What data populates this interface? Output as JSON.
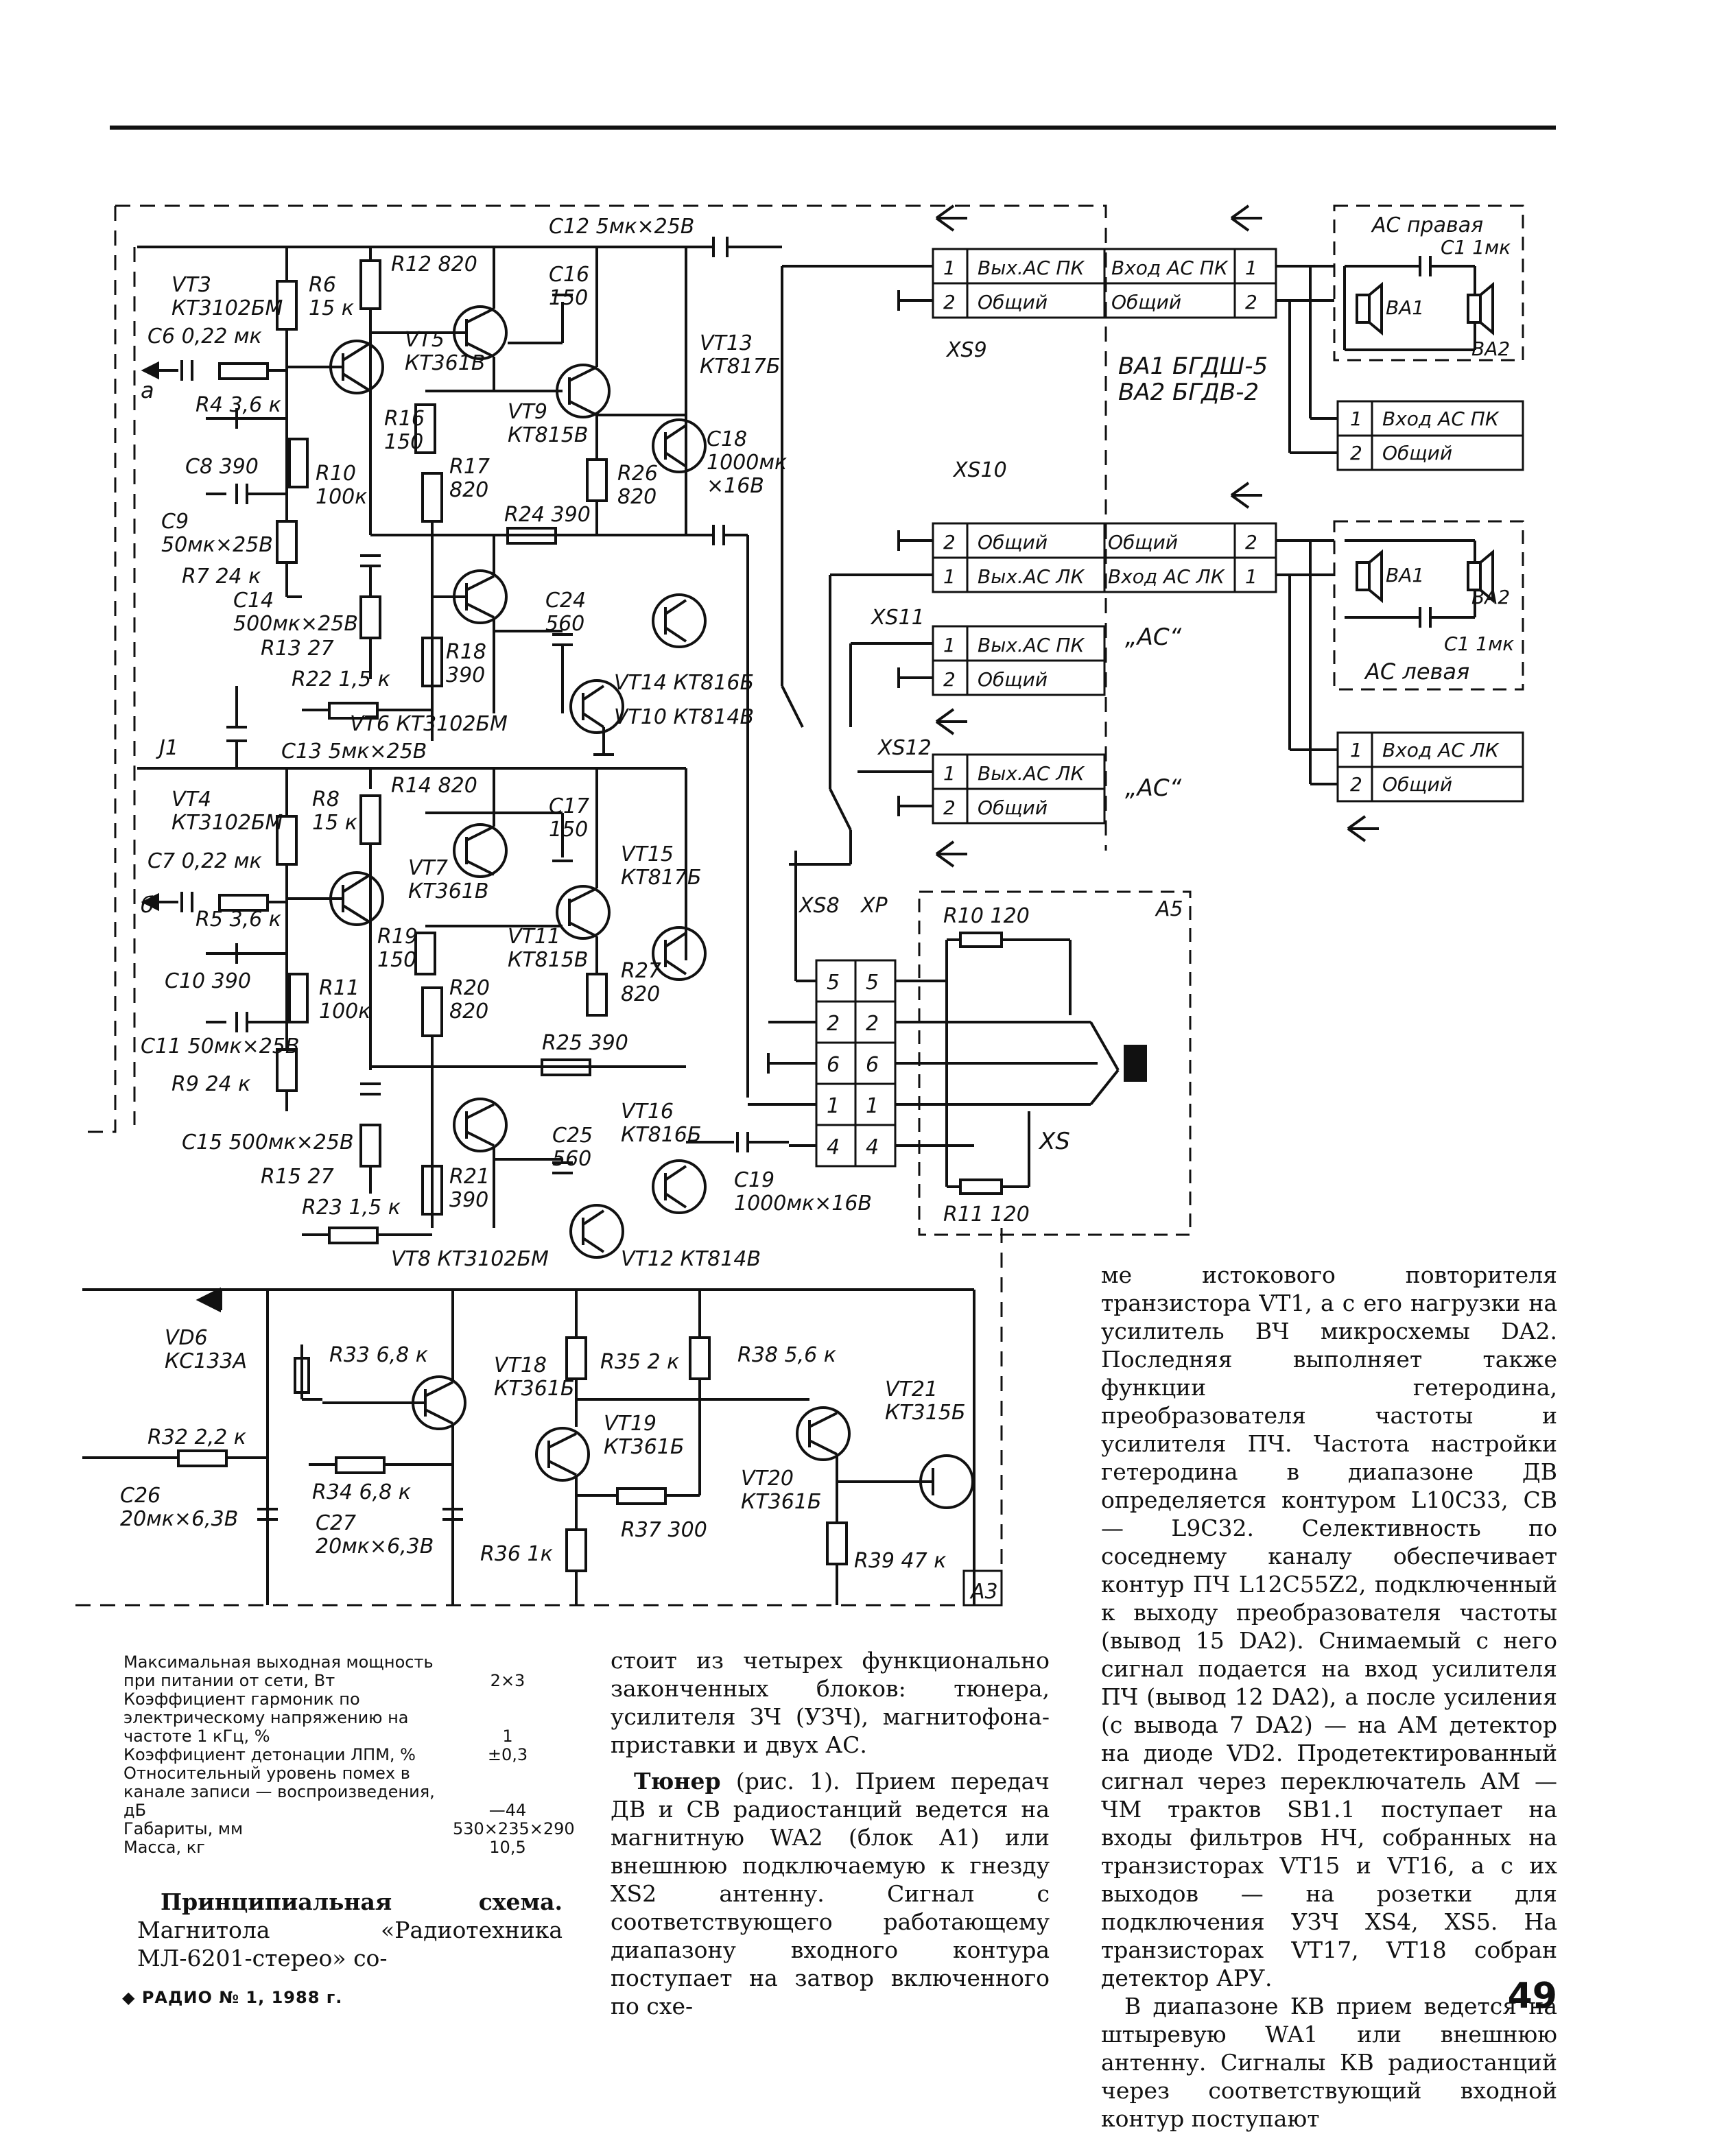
{
  "schematic": {
    "amp_top": {
      "c12": "C12  5мк×25В",
      "vt3": [
        "VT3",
        "КТ3102БМ"
      ],
      "c6": "С6  0,22 мк",
      "r6": [
        "R6",
        "15 к"
      ],
      "r12": "R12  820",
      "c16": [
        "C16",
        "150"
      ],
      "vt5": [
        "VT5",
        "КТ361В"
      ],
      "out_a": "а",
      "r4": "R4  3,6 к",
      "c8": "C8  390",
      "r10": [
        "R10",
        "100к"
      ],
      "r16": [
        "R16",
        "150"
      ],
      "r17": [
        "R17",
        "820"
      ],
      "vt9": [
        "VT9",
        "КТ815В"
      ],
      "vt13": [
        "VT13",
        "КТ817Б"
      ],
      "r26": [
        "R26",
        "820"
      ],
      "c18": [
        "C18",
        "1000мк",
        "×16В"
      ],
      "c9": [
        "C9",
        "50мк×25В"
      ],
      "r7": "R7  24 к",
      "r24": "R24  390",
      "c14": [
        "C14",
        "500мк×25В"
      ],
      "r13": "R13  27",
      "c24": [
        "C24",
        "560"
      ],
      "r18": [
        "R18",
        "390"
      ],
      "r22": "R22  1,5 к",
      "vt14": "VT14  КТ816Б",
      "vt6": "VT6  КТ3102БМ",
      "vt10": "VT10  КТ814В"
    },
    "amp_bottom": {
      "j1": "J1",
      "c13": "C13   5мк×25В",
      "vt4": [
        "VT4",
        "КТ3102БМ"
      ],
      "c7": "С7  0,22 мк",
      "r8": [
        "R8",
        "15 к"
      ],
      "r14": "R14  820",
      "c17": [
        "C17",
        "150"
      ],
      "vt7": [
        "VT7",
        "КТ361В"
      ],
      "out_b": "б",
      "r5": "R5  3,6 к",
      "c10": "C10  390",
      "r11": [
        "R11",
        "100к"
      ],
      "vt15": [
        "VT15",
        "КТ817Б"
      ],
      "r19": [
        "R19",
        "150"
      ],
      "vt11": [
        "VT11",
        "КТ815В"
      ],
      "r20": [
        "R20",
        "820"
      ],
      "r27": [
        "R27",
        "820"
      ],
      "c11": "C11  50мк×25В",
      "r9": "R9  24 к",
      "r25": "R25  390",
      "vt16": [
        "VT16",
        "КТ816Б"
      ],
      "c15": "C15  500мк×25В",
      "c25": [
        "C25",
        "560"
      ],
      "c19": [
        "C19",
        "1000мк×16В"
      ],
      "r15": "R15  27",
      "r21": [
        "R21",
        "390"
      ],
      "r23": "R23  1,5 к",
      "vt8": "VT8  КТ3102БМ",
      "vt12": "VT12  КТ814В"
    },
    "connectors": {
      "xs9": "XS9",
      "xs9_rows": [
        [
          "1",
          "Вых.АС ПК",
          "Вход АС ПК",
          "1"
        ],
        [
          "2",
          "Общий",
          "Общий",
          "2"
        ]
      ],
      "speaker_models": [
        "ВА1 БГДШ-5",
        "ВА2 БГДВ-2"
      ],
      "xs10": "XS10",
      "xs10_rows": [
        [
          "2",
          "Общий",
          "Общий",
          "2"
        ],
        [
          "1",
          "Вых.АС ЛК",
          "Вход АС ЛК",
          "1"
        ]
      ],
      "xs11": "XS11",
      "xs11_rows": [
        [
          "1",
          "Вых.АС ПК"
        ],
        [
          "2",
          "Общий"
        ]
      ],
      "xs12": "XS12",
      "xs12_rows": [
        [
          "1",
          "Вых.АС ЛК"
        ],
        [
          "2",
          "Общий"
        ]
      ],
      "ac_label": "„АС“",
      "ac_right": "АС правая",
      "ac_left": "АС левая",
      "c1": "C1  1мк",
      "ba1": "BA1",
      "ba2": "BA2",
      "plug_right": [
        [
          "1",
          "Вход АС ПК"
        ],
        [
          "2",
          "Общий"
        ]
      ],
      "plug_left": [
        [
          "1",
          "Вход АС ЛК"
        ],
        [
          "2",
          "Общий"
        ]
      ],
      "xs8": "XS8",
      "xp": "XP",
      "xs8_pins": [
        "5",
        "2",
        "6",
        "1",
        "4"
      ],
      "a5": "А5",
      "r10_120": "R10  120",
      "r11_120": "R11  120",
      "xs": "XS"
    },
    "a3_block": {
      "vd6": [
        "VD6",
        "КС133А"
      ],
      "r32": "R32  2,2 к",
      "c26": [
        "C26",
        "20мк×6,3В"
      ],
      "r33": "R33  6,8 к",
      "vt18": [
        "VT18",
        "КТ361Б"
      ],
      "r35": "R35  2 к",
      "r38": "R38  5,6 к",
      "vt21": [
        "VT21",
        "КТ315Б"
      ],
      "vt19": [
        "VT19",
        "КТ361Б"
      ],
      "vt20": [
        "VT20",
        "КТ361Б"
      ],
      "r34": "R34  6,8 к",
      "c27": [
        "C27",
        "20мк×6,3В"
      ],
      "r37": "R37  300",
      "r36": "R36  1к",
      "r39": "R39  47 к",
      "a3": "А3"
    }
  },
  "specs": [
    {
      "label": "Максимальная выходная мощность при питании от сети, Вт",
      "value": "2×3"
    },
    {
      "label": "Коэффициент гармоник по электрическому напряжению на частоте 1 кГц, %",
      "value": "1"
    },
    {
      "label": "Коэффициент детонации ЛПМ, %",
      "value": "±0,3"
    },
    {
      "label": "Относительный уровень помех в канале записи — воспроизведения, дБ",
      "value": "—44"
    },
    {
      "label": "Габариты, мм",
      "value": "530×235×290"
    },
    {
      "label": "Масса, кг",
      "value": "10,5"
    }
  ],
  "text": {
    "col1_bold": "Принципиальная схема.",
    "col1_rest": " Магнитола «Радиотехника МЛ-6201-стерео» со-",
    "col2_p1": "стоит из четырех функционально законченных блоков: тюнера, усилителя ЗЧ (УЗЧ), магнитофона-приставки и двух АС.",
    "col2_bold": "Тюнер",
    "col2_p2": " (рис. 1). Прием передач ДВ и СВ радиостанций ведется на магнитную WA2 (блок А1) или внешнюю подключаемую к гнезду XS2 антенну. Сигнал с соответствующего работающему диапазону входного контура поступает на затвор включенного по схе-",
    "col3_p1": "ме истокового повторителя транзистора VT1, а с его нагрузки на усилитель ВЧ микросхемы DA2. Последняя выполняет также функции гетеродина, преобразователя частоты и усилителя ПЧ. Частота настройки гетеродина в диапазоне ДВ определяется контуром L10C33, СВ — L9C32. Селективность по соседнему каналу обеспечивает контур ПЧ L12C55Z2, подключенный к выходу преобразователя частоты (вывод 15 DA2). Снимаемый с него сигнал подается на вход усилителя ПЧ (вывод 12 DA2), а после усиления (с вывода 7 DA2) — на АМ детектор на диоде VD2. Продетектированный сигнал через переключатель АМ — ЧМ трактов SB1.1 поступает на входы фильтров НЧ, собранных на транзисторах VT15 и VT16, а с их выходов — на розетки для подключения УЗЧ XS4, XS5. На транзисторах VT17, VT18 собран детектор АРУ.",
    "col3_p2": "В диапазоне КВ прием ведется на штыревую WA1 или внешнюю антенну. Сигналы КВ радиостанций через соответствующий входной контур поступают"
  },
  "footer": "◆ РАДИО № 1, 1988 г.",
  "page_number": "49"
}
